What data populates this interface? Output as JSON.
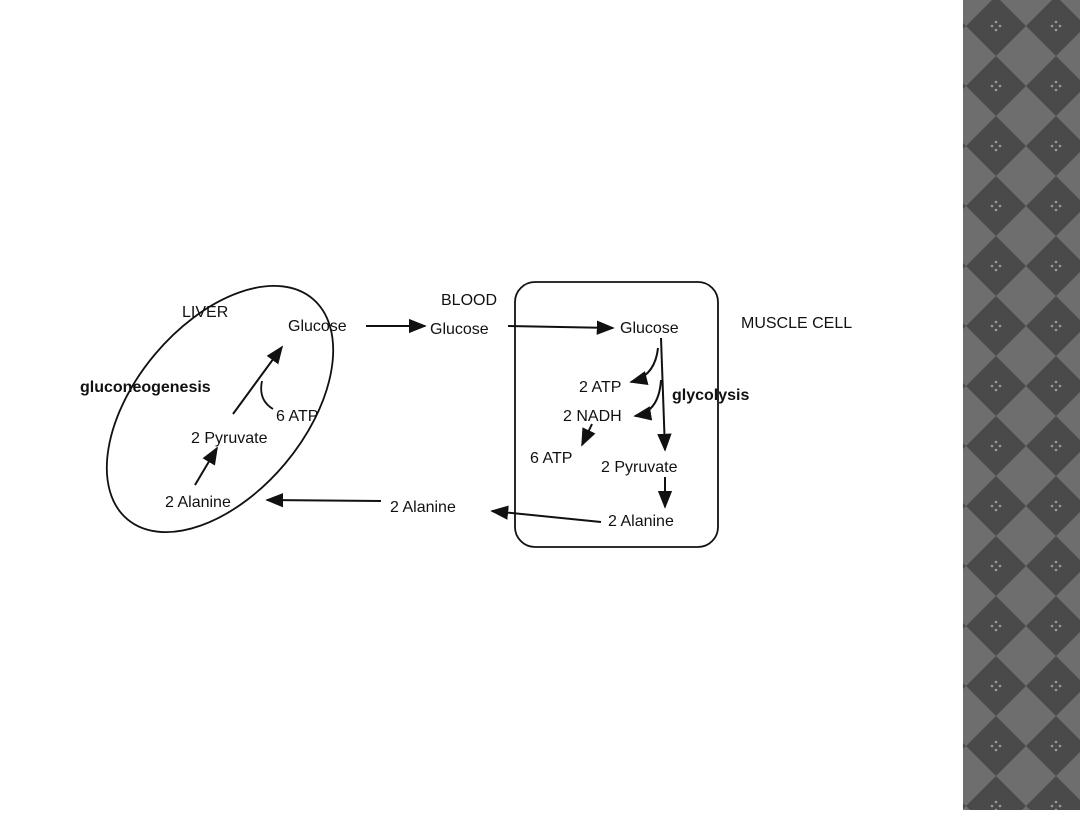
{
  "diagram": {
    "liver": {
      "region_label": "LIVER",
      "glucose": "Glucose",
      "gluconeogenesis": "gluconeogenesis",
      "atp": "6 ATP",
      "pyruvate": "2  Pyruvate",
      "alanine": "2  Alanine"
    },
    "blood": {
      "region_label": "BLOOD",
      "glucose": "Glucose",
      "alanine": "2  Alanine"
    },
    "muscle": {
      "region_label": "MUSCLE CELL",
      "glucose": "Glucose",
      "atp_produced": "2 ATP",
      "nadh": "2 NADH",
      "glycolysis": "glycolysis",
      "atp_from_nadh": "6 ATP",
      "pyruvate": "2  Pyruvate",
      "alanine": "2  Alanine"
    }
  },
  "decoration": {
    "pattern_name": "diamond-checker-pattern",
    "color_dark": "#4a4a4a",
    "color_light": "#6e6e6e"
  }
}
